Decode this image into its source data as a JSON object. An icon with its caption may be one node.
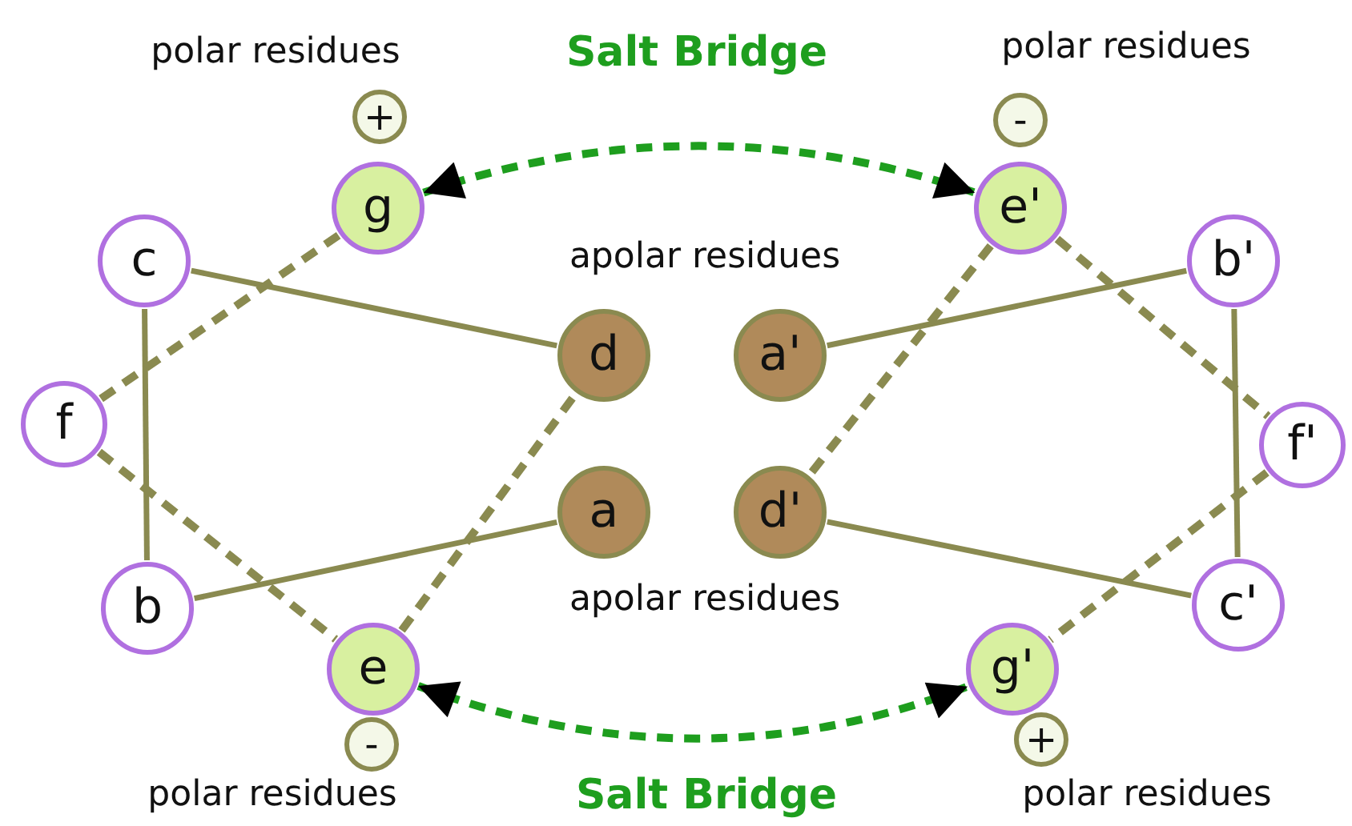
{
  "diagram": {
    "nodes": [
      {
        "text": [
          "+"
        ]
      },
      {
        "text": [
          "-"
        ]
      },
      {
        "text": [
          "g"
        ]
      },
      {
        "text": [
          "e'"
        ]
      },
      {
        "text": [
          "c"
        ]
      },
      {
        "text": [
          "b'"
        ]
      },
      {
        "text": [
          "d"
        ]
      },
      {
        "text": [
          "a'"
        ]
      },
      {
        "text": [
          "f"
        ]
      },
      {
        "text": [
          "f'"
        ]
      },
      {
        "text": [
          "a"
        ]
      },
      {
        "text": [
          "d'"
        ]
      },
      {
        "text": [
          "b"
        ]
      },
      {
        "text": [
          "c'"
        ]
      },
      {
        "text": [
          "e"
        ]
      },
      {
        "text": [
          "g'"
        ]
      },
      {
        "text": [
          "-"
        ]
      },
      {
        "text": [
          "+"
        ]
      }
    ],
    "edges": [
      {
        "from": 4,
        "to": 6,
        "arrow": "none"
      },
      {
        "from": 4,
        "to": 12,
        "arrow": "none"
      },
      {
        "from": 12,
        "to": 10,
        "arrow": "none"
      },
      {
        "from": 7,
        "to": 5,
        "arrow": "none"
      },
      {
        "from": 5,
        "to": 13,
        "arrow": "none"
      },
      {
        "from": 11,
        "to": 13,
        "arrow": "none"
      },
      {
        "from": 2,
        "to": 8,
        "arrow": "none",
        "style": "dashed"
      },
      {
        "from": 8,
        "to": 14,
        "arrow": "none",
        "style": "dashed"
      },
      {
        "from": 14,
        "to": 6,
        "arrow": "none",
        "style": "dashed"
      },
      {
        "from": 3,
        "to": 11,
        "arrow": "none",
        "style": "dashed"
      },
      {
        "from": 3,
        "to": 9,
        "arrow": "none",
        "style": "dashed"
      },
      {
        "from": 9,
        "to": 15,
        "arrow": "none",
        "style": "dashed"
      },
      {
        "from": 2,
        "to": 3,
        "arrow": "both",
        "style": "dashed",
        "color": "#1e9e1e"
      },
      {
        "from": 14,
        "to": 15,
        "arrow": "both",
        "style": "dashed",
        "color": "#1e9e1e"
      }
    ],
    "labels": [
      "polar residues",
      "Salt Bridge",
      "polar residues",
      "apolar residues",
      "apolar residues",
      "polar residues",
      "Salt Bridge",
      "polar residues"
    ]
  }
}
